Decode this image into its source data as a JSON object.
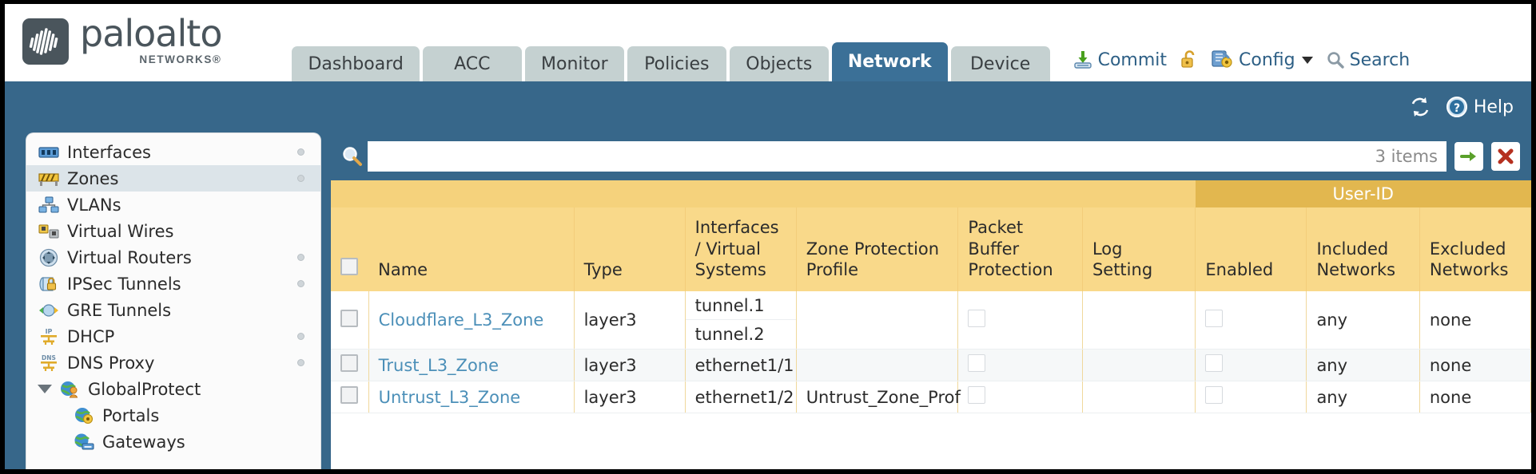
{
  "header": {
    "logo_word": "paloalto",
    "logo_sub": "NETWORKS®",
    "tabs": [
      {
        "label": "Dashboard",
        "active": false
      },
      {
        "label": "ACC",
        "active": false
      },
      {
        "label": "Monitor",
        "active": false
      },
      {
        "label": "Policies",
        "active": false
      },
      {
        "label": "Objects",
        "active": false
      },
      {
        "label": "Network",
        "active": true
      },
      {
        "label": "Device",
        "active": false
      }
    ],
    "actions": {
      "commit": "Commit",
      "config": "Config",
      "search": "Search"
    }
  },
  "toolbar": {
    "help": "Help"
  },
  "sidebar": {
    "items": [
      {
        "label": "Interfaces",
        "icon": "interfaces-icon",
        "selected": false,
        "dot": true,
        "indent": false,
        "twisty": false
      },
      {
        "label": "Zones",
        "icon": "zones-icon",
        "selected": true,
        "dot": true,
        "indent": false,
        "twisty": false
      },
      {
        "label": "VLANs",
        "icon": "vlans-icon",
        "selected": false,
        "dot": false,
        "indent": false,
        "twisty": false
      },
      {
        "label": "Virtual Wires",
        "icon": "virtual-wires-icon",
        "selected": false,
        "dot": false,
        "indent": false,
        "twisty": false
      },
      {
        "label": "Virtual Routers",
        "icon": "virtual-routers-icon",
        "selected": false,
        "dot": true,
        "indent": false,
        "twisty": false
      },
      {
        "label": "IPSec Tunnels",
        "icon": "ipsec-tunnels-icon",
        "selected": false,
        "dot": true,
        "indent": false,
        "twisty": false
      },
      {
        "label": "GRE Tunnels",
        "icon": "gre-tunnels-icon",
        "selected": false,
        "dot": false,
        "indent": false,
        "twisty": false
      },
      {
        "label": "DHCP",
        "icon": "dhcp-icon",
        "selected": false,
        "dot": true,
        "indent": false,
        "twisty": false
      },
      {
        "label": "DNS Proxy",
        "icon": "dns-proxy-icon",
        "selected": false,
        "dot": true,
        "indent": false,
        "twisty": false
      },
      {
        "label": "GlobalProtect",
        "icon": "globalprotect-icon",
        "selected": false,
        "dot": false,
        "indent": false,
        "twisty": true
      },
      {
        "label": "Portals",
        "icon": "portals-icon",
        "selected": false,
        "dot": false,
        "indent": true,
        "twisty": false
      },
      {
        "label": "Gateways",
        "icon": "gateways-icon",
        "selected": false,
        "dot": false,
        "indent": true,
        "twisty": false
      }
    ]
  },
  "search": {
    "value": "",
    "placeholder": "",
    "item_count": "3 items"
  },
  "table": {
    "group_header": "User-ID",
    "columns": [
      "Name",
      "Type",
      "Interfaces / Virtual Systems",
      "Zone Protection Profile",
      "Packet Buffer Protection",
      "Log Setting",
      "Enabled",
      "Included Networks",
      "Excluded Networks"
    ],
    "rows": [
      {
        "name": "Cloudflare_L3_Zone",
        "type": "layer3",
        "interfaces": [
          "tunnel.1",
          "tunnel.2"
        ],
        "zone_protection_profile": "",
        "packet_buffer_protection": false,
        "log_setting": "",
        "userid_enabled": false,
        "included_networks": "any",
        "excluded_networks": "none",
        "alt": false
      },
      {
        "name": "Trust_L3_Zone",
        "type": "layer3",
        "interfaces": [
          "ethernet1/1"
        ],
        "zone_protection_profile": "",
        "packet_buffer_protection": false,
        "log_setting": "",
        "userid_enabled": false,
        "included_networks": "any",
        "excluded_networks": "none",
        "alt": true
      },
      {
        "name": "Untrust_L3_Zone",
        "type": "layer3",
        "interfaces": [
          "ethernet1/2"
        ],
        "zone_protection_profile": "Untrust_Zone_Prof",
        "packet_buffer_protection": false,
        "log_setting": "",
        "userid_enabled": false,
        "included_networks": "any",
        "excluded_networks": "none",
        "alt": false
      }
    ]
  },
  "colors": {
    "brand_dark": "#4a555c",
    "nav_active": "#3b7097",
    "band": "#37678a",
    "table_header": "#f9d98a",
    "group_header": "#e2b74f",
    "link": "#4b8fb8"
  }
}
